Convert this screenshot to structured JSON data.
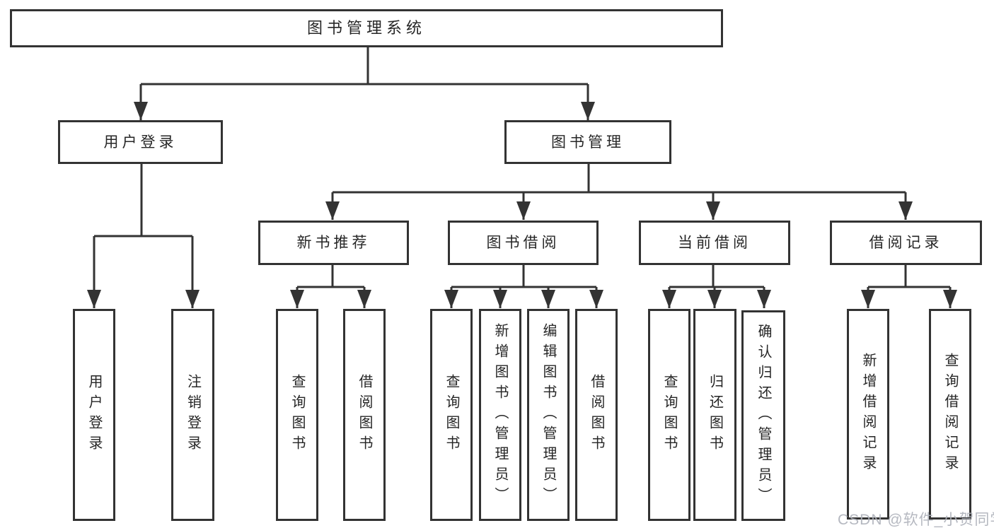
{
  "tree": {
    "root": {
      "label": "图书管理系统"
    },
    "branches": [
      {
        "label": "用户登录",
        "children": [
          {
            "label": "用户登录"
          },
          {
            "label": "注销登录"
          }
        ]
      },
      {
        "label": "图书管理",
        "children": [
          {
            "label": "新书推荐",
            "children": [
              {
                "label": "查询图书"
              },
              {
                "label": "借阅图书"
              }
            ]
          },
          {
            "label": "图书借阅",
            "children": [
              {
                "label": "查询图书"
              },
              {
                "label": "新增图书（管理员）"
              },
              {
                "label": "编辑图书（管理员）"
              },
              {
                "label": "借阅图书"
              }
            ]
          },
          {
            "label": "当前借阅",
            "children": [
              {
                "label": "查询图书"
              },
              {
                "label": "归还图书"
              },
              {
                "label": "确认归还（管理员）"
              }
            ]
          },
          {
            "label": "借阅记录",
            "children": [
              {
                "label": "新增借阅记录"
              },
              {
                "label": "查询借阅记录"
              }
            ]
          }
        ]
      }
    ]
  },
  "watermark": "CSDN @软件_小贺同学",
  "colors": {
    "background": "#ffffff",
    "box_border": "#333333",
    "connector_line": "#333333",
    "text": "#262626",
    "watermark_text": "#adb1ba"
  }
}
